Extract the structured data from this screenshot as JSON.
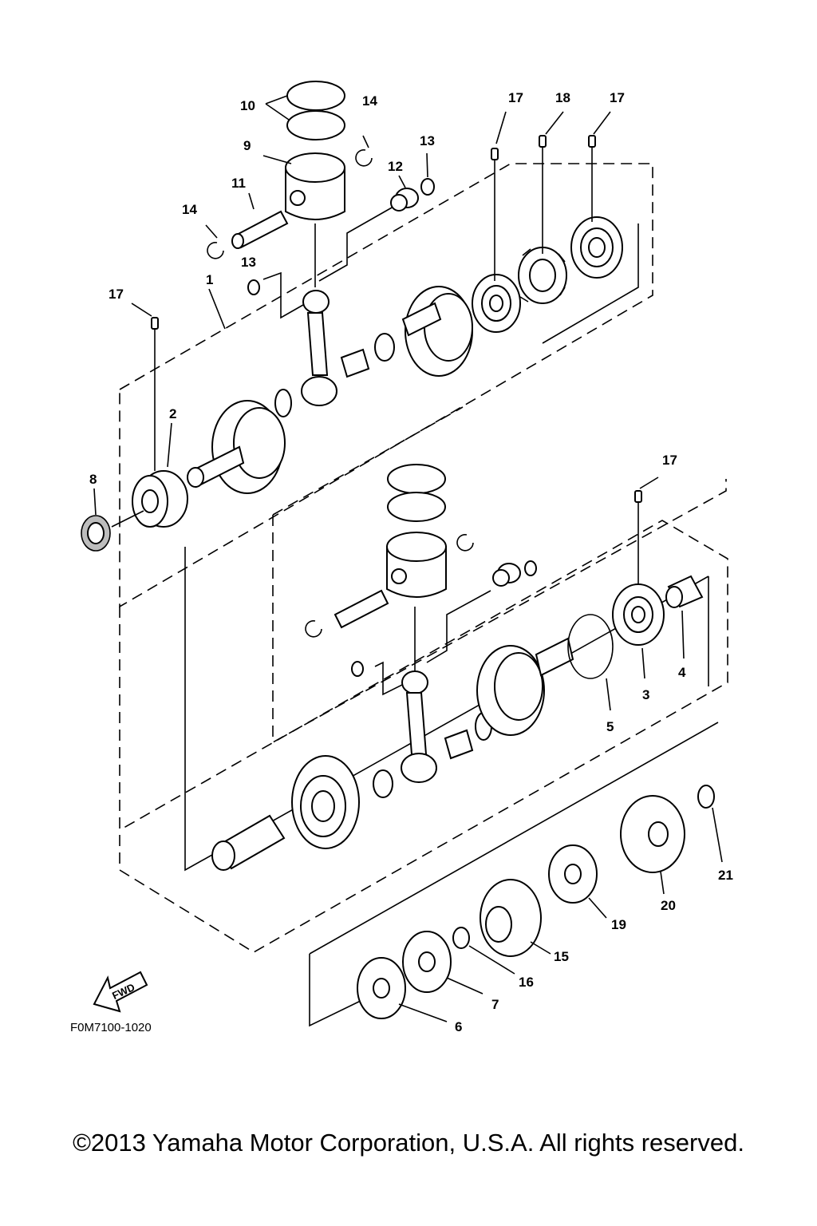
{
  "diagram": {
    "drawing_code": "F0M7100-1020",
    "fwd_label": "FWD",
    "part_labels": {
      "p1": "1",
      "p2": "2",
      "p3": "3",
      "p4": "4",
      "p5": "5",
      "p6": "6",
      "p7": "7",
      "p8": "8",
      "p9": "9",
      "p10": "10",
      "p11": "11",
      "p12": "12",
      "p13": "13",
      "p14": "14",
      "p15": "15",
      "p16": "16",
      "p17": "17",
      "p18": "18",
      "p19": "19",
      "p20": "20",
      "p21": "21"
    }
  },
  "footer": {
    "copyright": "©2013 Yamaha Motor Corporation, U.S.A. All rights reserved."
  }
}
